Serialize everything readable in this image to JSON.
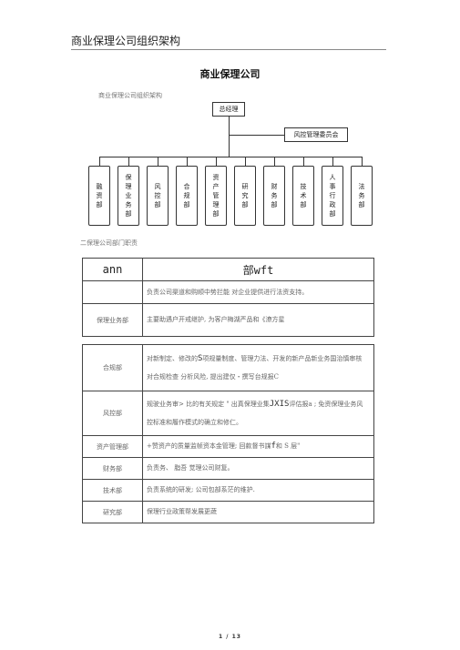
{
  "header": {
    "title": "商业保理公司组织架构"
  },
  "document": {
    "title": "商业保理公司",
    "org_label": "商业保理公司组织架构",
    "section_label": "二保理公司部门职责"
  },
  "org_chart": {
    "top": "总经理",
    "committee": "风控管理委员会",
    "departments": [
      "融资部",
      "保理业务部",
      "风控部",
      "合规部",
      "资产管理部",
      "研究部",
      "财务部",
      "技术部",
      "人事行政部",
      "法务部"
    ]
  },
  "table1": {
    "header_left": "ann",
    "header_right_prefix": "部",
    "header_right_code": "wft",
    "row1_text": "负责公司渠道和购顺中势拦能 对企业提供进行法资支持。",
    "row2_label": "保理业务部",
    "row2_text": "主要助遇户开戒继护, 为客户梅湖严品和《潦方星"
  },
  "table2": {
    "rows": [
      {
        "label": "合规部",
        "text_a": "对新制定、修改的",
        "code": "S",
        "text_b": "项规量制度、管理力法、开发的新产品新业务国治慎审核 对合规检查  分析风险, 提出建仅・撰写台规报C"
      },
      {
        "label": "风控部",
        "text_a": "规驶业务审> 比的有关规定 \" 出真保理业集",
        "code": "JXIS",
        "text_b": "评估报a ; 免资保理业务风 控标准和履作模式的确立和修仁。"
      },
      {
        "label": "资产管理部",
        "text_a": "+赞资产的质量监帧资本金管理; 回款督书謀",
        "code": "f",
        "text_b": "和 S 层\""
      },
      {
        "label": "财务部",
        "text_a": "负责务、 脂吾 觉理公司财复。",
        "code": "",
        "text_b": ""
      },
      {
        "label": "技术部",
        "text_a": "负责系统的研发; 公司包部系茫的维护.",
        "code": "",
        "text_b": ""
      },
      {
        "label": "研究部",
        "text_a": "保理行业政策帮发展更蔬",
        "code": "",
        "text_b": ""
      }
    ]
  },
  "footer": {
    "page": "1 / 13"
  }
}
